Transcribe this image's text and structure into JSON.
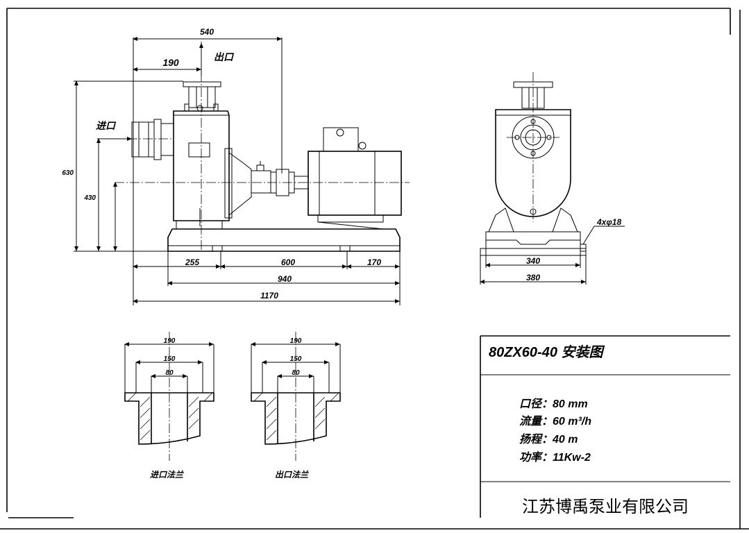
{
  "drawing": {
    "dims_front": {
      "overall_top": "540",
      "outlet_offset": "190",
      "height_total": "630",
      "height_inlet": "430",
      "base_left": "255",
      "base_mid": "600",
      "base_right": "170",
      "base_length": "940",
      "overall_length": "1170"
    },
    "dims_side": {
      "bolt_spacing": "340",
      "base_width": "380",
      "bolts": "4xφ18"
    },
    "labels": {
      "outlet": "出口",
      "inlet": "进口"
    },
    "flanges": [
      {
        "name": "进口法兰",
        "d1": "190",
        "d2": "150",
        "d3": "80"
      },
      {
        "name": "出口法兰",
        "d1": "190",
        "d2": "150",
        "d3": "80"
      }
    ]
  },
  "title_block": {
    "title": "80ZX60-40 安装图",
    "specs": [
      "口径：80 mm",
      "流量：60 m³/h",
      "扬程：40 m",
      "功率：11Kw-2"
    ],
    "company": "江苏博禹泵业有限公司"
  }
}
